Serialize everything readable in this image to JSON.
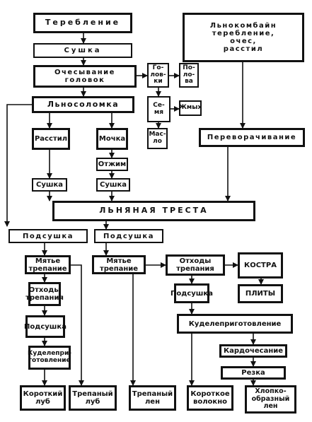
{
  "nodes": {
    "treblenie": "Теребление",
    "sushka_top": "Сушка",
    "ochesyvanie": "Очесывание\nголовок",
    "golovki": "Го-\nлов-\nки",
    "polova": "По-\nло-\nва",
    "semya": "Се-\nмя",
    "zhmyh": "Жмых",
    "maslo": "Мас-\nло",
    "lnosolomka": "Льносоломка",
    "rastil": "Расстил",
    "mochka": "Мочка",
    "otzhim": "Отжим",
    "sushka_left": "Сушка",
    "sushka_right": "Сушка",
    "lnokombain": "Льнокомбайн\nтеребление,\nочес,\nрасстил",
    "perevorachivanie": "Переворачивание",
    "lnyanaya_tresta": "ЛЬНЯНАЯ     ТРЕСТА",
    "podsushka_left": "Подсушка",
    "podsushka_center": "Подсушка",
    "myate_left": "Мятье\nтрепание",
    "othody_left": "Отходы\nтрепания",
    "podsushka_left2": "Подсушка",
    "kudelepri_left": "Куделепри-\nготовление",
    "korotkiy_lub": "Короткий\nлуб",
    "trepany_lub": "Трепаный\nлуб",
    "myate_center": "Мятье\nтрепание",
    "trepany_len": "Трепаный\nлен",
    "othody_right": "Отходы\nтрепания",
    "kostra": "КОСТРА",
    "plity": "ПЛИТЫ",
    "podsushka_right": "Подсушка",
    "kudeleprigotovlenie": "Куделеприготовление",
    "kardochesanie": "Кардочесание",
    "rezka": "Резка",
    "korotkoe_volokno": "Короткое\nволокно",
    "hlopkoobrazny_len": "Хлопко-\nобразный\nлен"
  }
}
